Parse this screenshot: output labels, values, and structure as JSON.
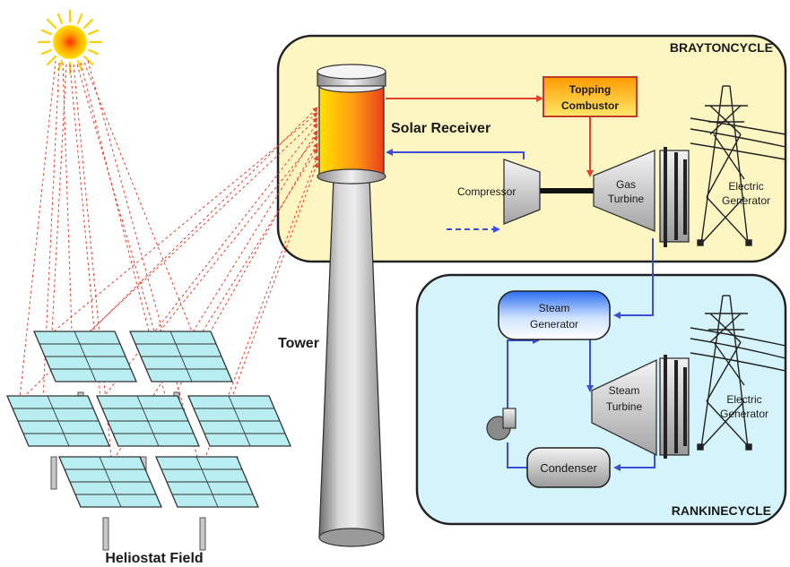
{
  "brayton": {
    "title": "BRAYTONCYCLE"
  },
  "rankine": {
    "title": "RANKINECYCLE"
  },
  "labels": {
    "solar_receiver": "Solar Receiver",
    "tower": "Tower",
    "heliostat_field": "Heliostat Field",
    "topping_combustor_line1": "Topping",
    "topping_combustor_line2": "Combustor",
    "compressor": "Compressor",
    "gas_turbine_line1": "Gas",
    "gas_turbine_line2": "Turbine",
    "electric_generator_top_line1": "Electric",
    "electric_generator_top_line2": "Generator",
    "steam_generator_line1": "Steam",
    "steam_generator_line2": "Generator",
    "steam_turbine_line1": "Steam",
    "steam_turbine_line2": "Turbine",
    "electric_generator_bottom_line1": "Electric",
    "electric_generator_bottom_line2": "Generator",
    "condenser": "Condenser"
  },
  "colors": {
    "brayton_fill": "#fdf6c3",
    "rankine_fill": "#d4f3fa",
    "heat_flow": "#e8402a",
    "air_flow": "#3a4fd6",
    "receiver_hot": "#f15a22",
    "receiver_warm": "#ffe000",
    "heliostat_panel": "#b8eef2"
  },
  "icons": [
    "sun-icon",
    "pump-icon",
    "transmission-tower-icon"
  ]
}
